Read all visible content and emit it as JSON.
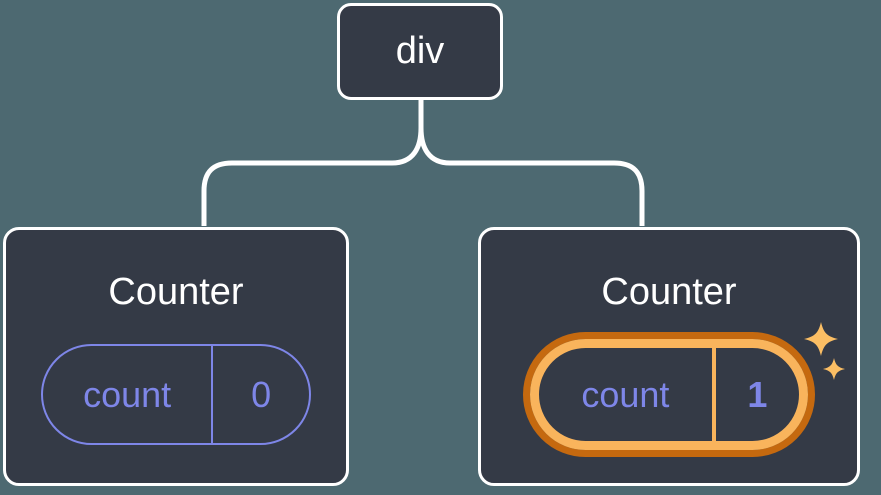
{
  "colors": {
    "bg": "#4D6971",
    "card": "#343A46",
    "line": "#FFFFFF",
    "text": "#FFFFFF",
    "purple": "#7E86E8",
    "orange-dark": "#C5690F",
    "orange-light": "#F9B45C",
    "sparkle": "#FBBE64"
  },
  "tree": {
    "root": {
      "label": "div"
    },
    "children": [
      {
        "title": "Counter",
        "state": {
          "name": "count",
          "value": "0"
        },
        "highlighted": false
      },
      {
        "title": "Counter",
        "state": {
          "name": "count",
          "value": "1"
        },
        "highlighted": true,
        "icon": "sparkles-icon"
      }
    ]
  }
}
